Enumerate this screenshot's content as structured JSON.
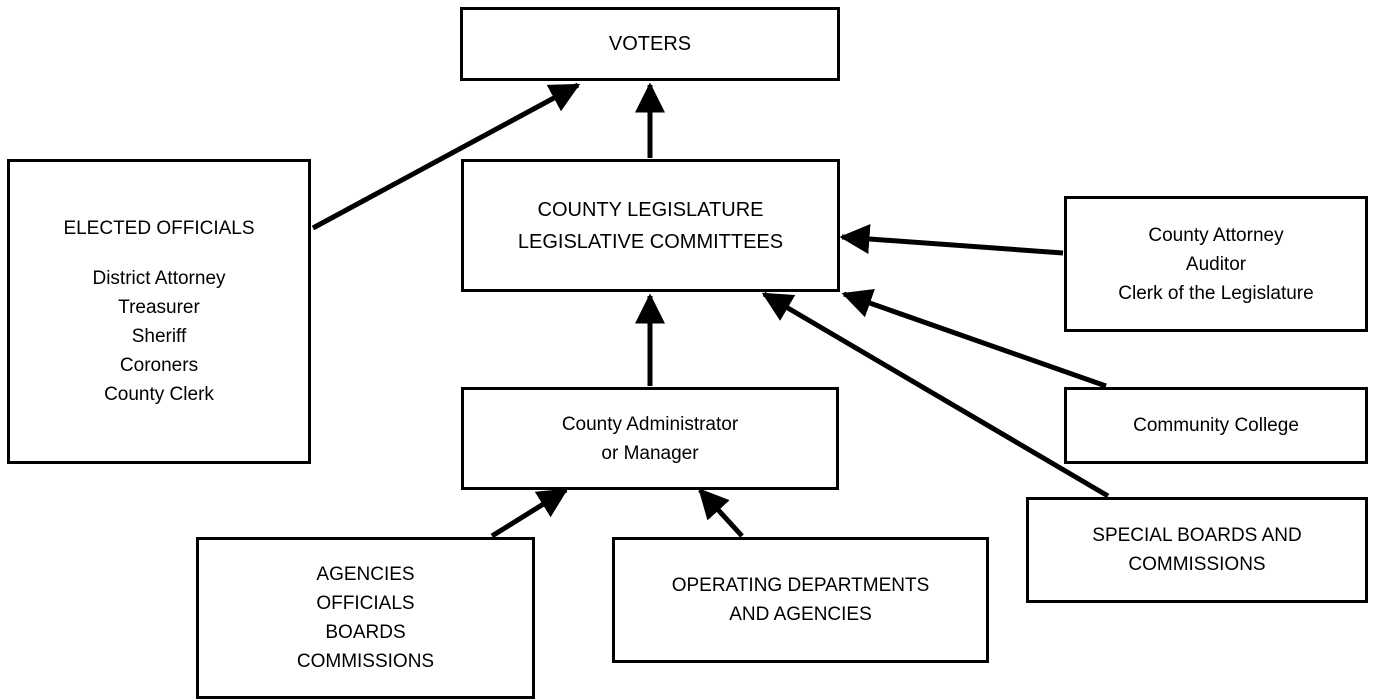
{
  "nodes": {
    "voters": {
      "label": "VOTERS"
    },
    "legislature": {
      "lines": [
        "COUNTY LEGISLATURE",
        "LEGISLATIVE COMMITTEES"
      ]
    },
    "elected_officials": {
      "heading": "ELECTED OFFICIALS",
      "members": [
        "District Attorney",
        "Treasurer",
        "Sheriff",
        "Coroners",
        "County Clerk"
      ]
    },
    "legislative_staff": {
      "lines": [
        "County Attorney",
        "Auditor",
        "Clerk of the Legislature"
      ]
    },
    "community_college": {
      "label": "Community College"
    },
    "special_boards": {
      "lines": [
        "SPECIAL BOARDS AND",
        "COMMISSIONS"
      ]
    },
    "administrator": {
      "lines": [
        "County Administrator",
        "or Manager"
      ]
    },
    "agencies_officials": {
      "lines": [
        "AGENCIES",
        "OFFICIALS",
        "BOARDS",
        "COMMISSIONS"
      ]
    },
    "operating_departments": {
      "lines": [
        "OPERATING DEPARTMENTS",
        "AND AGENCIES"
      ]
    }
  },
  "edges": [
    {
      "from": "elected_officials",
      "to": "voters"
    },
    {
      "from": "legislature",
      "to": "voters"
    },
    {
      "from": "legislative_staff",
      "to": "legislature"
    },
    {
      "from": "community_college",
      "to": "legislature"
    },
    {
      "from": "special_boards",
      "to": "legislature"
    },
    {
      "from": "administrator",
      "to": "legislature"
    },
    {
      "from": "agencies_officials",
      "to": "administrator"
    },
    {
      "from": "operating_departments",
      "to": "administrator"
    }
  ],
  "colors": {
    "stroke": "#000000",
    "fill": "#ffffff"
  }
}
